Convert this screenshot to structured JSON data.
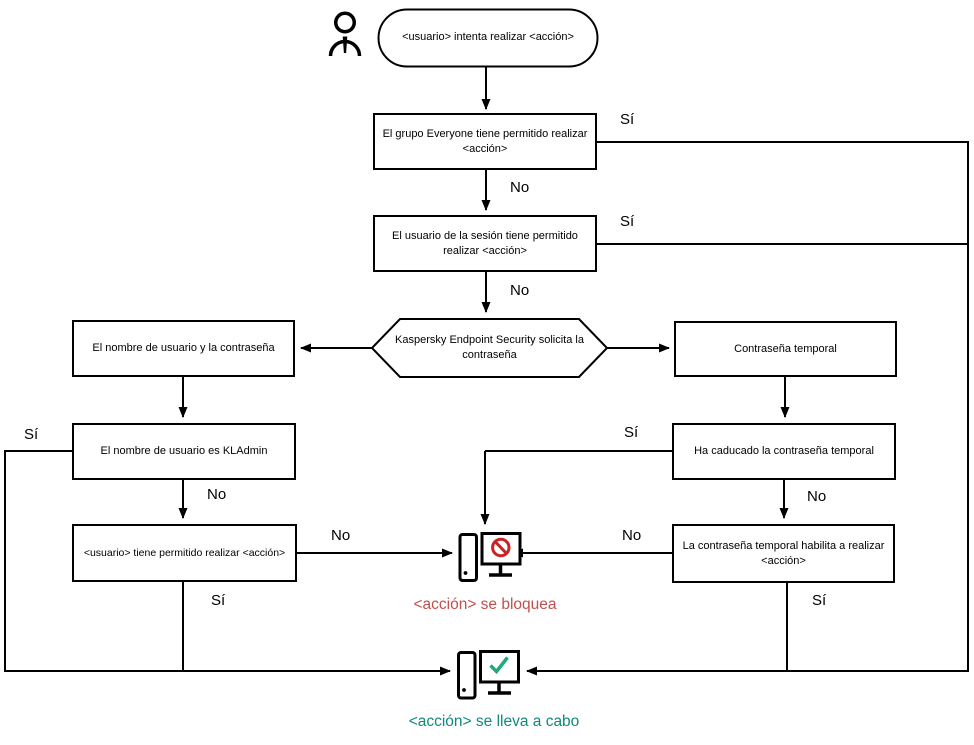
{
  "flowchart": {
    "title_hint": "Kaspersky Endpoint Security password authorization flowchart",
    "start_label": "<usuario> intenta realizar <acción>",
    "labels": {
      "yes": "Sí",
      "no": "No"
    },
    "nodes": {
      "everyone": "El grupo Everyone tiene permitido realizar <acción>",
      "session_user": "El usuario de la sesión tiene permitido realizar <acción>",
      "kes_prompt": "Kaspersky Endpoint Security solicita la contraseña",
      "user_password": "El nombre de usuario y la contraseña",
      "temp_password": "Contraseña temporal",
      "kladmin": "El nombre de usuario es KLAdmin",
      "temp_expired": "Ha caducado la contraseña temporal",
      "user_allowed": "<usuario> tiene permitido realizar <acción>",
      "temp_allows": "La contraseña temporal habilita a realizar <acción>"
    },
    "outcomes": {
      "blocked": "<acción> se bloquea",
      "performed": "<acción> se lleva a cabo"
    },
    "colors": {
      "line": "#000000",
      "blocked_text": "#c0504d",
      "prohibition_red": "#cc2222",
      "performed_text": "#0e8a7e",
      "check_green": "#23a87e"
    }
  }
}
